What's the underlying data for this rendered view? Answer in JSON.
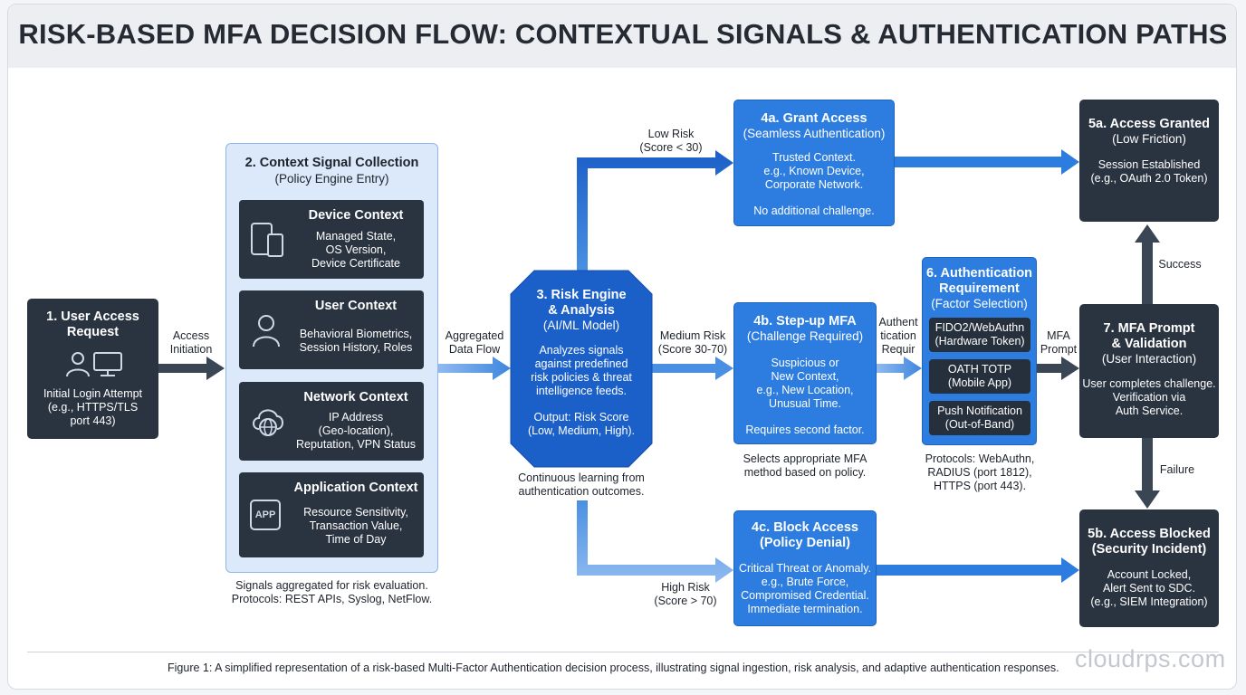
{
  "title": "RISK-BASED MFA DECISION FLOW: CONTEXTUAL SIGNALS & AUTHENTICATION PATHS",
  "user_access": {
    "title_lines": [
      "1. User Access",
      "Request"
    ],
    "body_lines": [
      "Initial Login Attempt",
      "(e.g., HTTPS/TLS",
      "port 443)"
    ]
  },
  "access_initiation": [
    "Access",
    "Initiation"
  ],
  "context": {
    "title": "2. Context Signal Collection",
    "subtitle": "(Policy Engine Entry)",
    "device": {
      "title": "Device Context",
      "lines": [
        "Managed State,",
        "OS Version,",
        "Device Certificate"
      ]
    },
    "user": {
      "title": "User Context",
      "lines": [
        "Behavioral Biometrics,",
        "Session History, Roles"
      ]
    },
    "network": {
      "title": "Network Context",
      "lines": [
        "IP Address",
        "(Geo-location),",
        "Reputation, VPN Status"
      ]
    },
    "application": {
      "title": "Application Context",
      "lines": [
        "Resource Sensitivity,",
        "Transaction Value,",
        "Time of Day"
      ],
      "icon_label": "APP"
    },
    "note_lines": [
      "Signals aggregated for risk evaluation.",
      "Protocols: REST APIs, Syslog, NetFlow."
    ]
  },
  "aggregated": [
    "Aggregated",
    "Data Flow"
  ],
  "risk_engine": {
    "title_lines": [
      "3. Risk Engine",
      "& Analysis"
    ],
    "subtitle": "(AI/ML Model)",
    "body_lines": [
      "Analyzes signals",
      "against predefined",
      "risk policies & threat",
      "intelligence feeds."
    ],
    "output_lines": [
      "Output: Risk Score",
      "(Low, Medium, High)."
    ],
    "note_lines": [
      "Continuous learning from",
      "authentication outcomes."
    ]
  },
  "low_risk": [
    "Low Risk",
    "(Score < 30)"
  ],
  "medium_risk": [
    "Medium Risk",
    "(Score 30-70)"
  ],
  "high_risk": [
    "High Risk",
    "(Score > 70)"
  ],
  "grant": {
    "title": "4a. Grant Access",
    "subtitle": "(Seamless Authentication)",
    "body_lines": [
      "Trusted Context.",
      "e.g., Known Device,",
      "Corporate Network."
    ],
    "extra": "No additional challenge."
  },
  "stepup": {
    "title": "4b. Step-up MFA",
    "subtitle": "(Challenge Required)",
    "body_lines": [
      "Suspicious or",
      "New Context,",
      "e.g., New Location,",
      "Unusual Time."
    ],
    "extra": "Requires second factor.",
    "note_lines": [
      "Selects appropriate MFA",
      "method based on policy."
    ]
  },
  "block": {
    "title_lines": [
      "4c. Block Access",
      "(Policy Denial)"
    ],
    "body_lines": [
      "Critical Threat or Anomaly.",
      "e.g., Brute Force,",
      "Compromised Credential.",
      "Immediate termination."
    ]
  },
  "auth_req_label": [
    "Authent",
    "tication",
    "Requir"
  ],
  "auth_req": {
    "title_lines": [
      "6. Authentication",
      "Requirement"
    ],
    "subtitle": "(Factor Selection)",
    "factors": [
      [
        "FIDO2/WebAuthn",
        "(Hardware Token)"
      ],
      [
        "OATH TOTP",
        "(Mobile App)"
      ],
      [
        "Push Notification",
        "(Out-of-Band)"
      ]
    ],
    "note_lines": [
      "Protocols: WebAuthn,",
      "RADIUS (port 1812),",
      "HTTPS (port 443)."
    ]
  },
  "mfa_prompt_label": [
    "MFA",
    "Prompt"
  ],
  "mfa_validation": {
    "title_lines": [
      "7. MFA Prompt",
      "& Validation"
    ],
    "subtitle": "(User Interaction)",
    "body_lines": [
      "User completes challenge.",
      "Verification via",
      "Auth Service."
    ]
  },
  "success": "Success",
  "failure": "Failure",
  "granted": {
    "title": "5a. Access Granted",
    "subtitle": "(Low Friction)",
    "body_lines": [
      "Session Established",
      "(e.g., OAuth 2.0 Token)"
    ]
  },
  "blocked": {
    "title_lines": [
      "5b. Access Blocked",
      "(Security Incident)"
    ],
    "body_lines": [
      "Account Locked,",
      "Alert Sent to SDC.",
      "(e.g., SIEM Integration)"
    ]
  },
  "caption": "Figure 1: A simplified representation of a risk-based Multi-Factor Authentication decision process, illustrating signal ingestion, risk analysis, and adaptive authentication responses.",
  "watermark": "cloudrps.com",
  "colors": {
    "dark_box": "#2a3340",
    "blue_box": "#2d7de0",
    "arrow_dark": "#3b4654",
    "arrow_blue": "#4a90e2",
    "panel": "#dbe9fb"
  },
  "icons": [
    "user-icon",
    "monitor-icon",
    "devices-icon",
    "globe-icon",
    "app-icon"
  ]
}
